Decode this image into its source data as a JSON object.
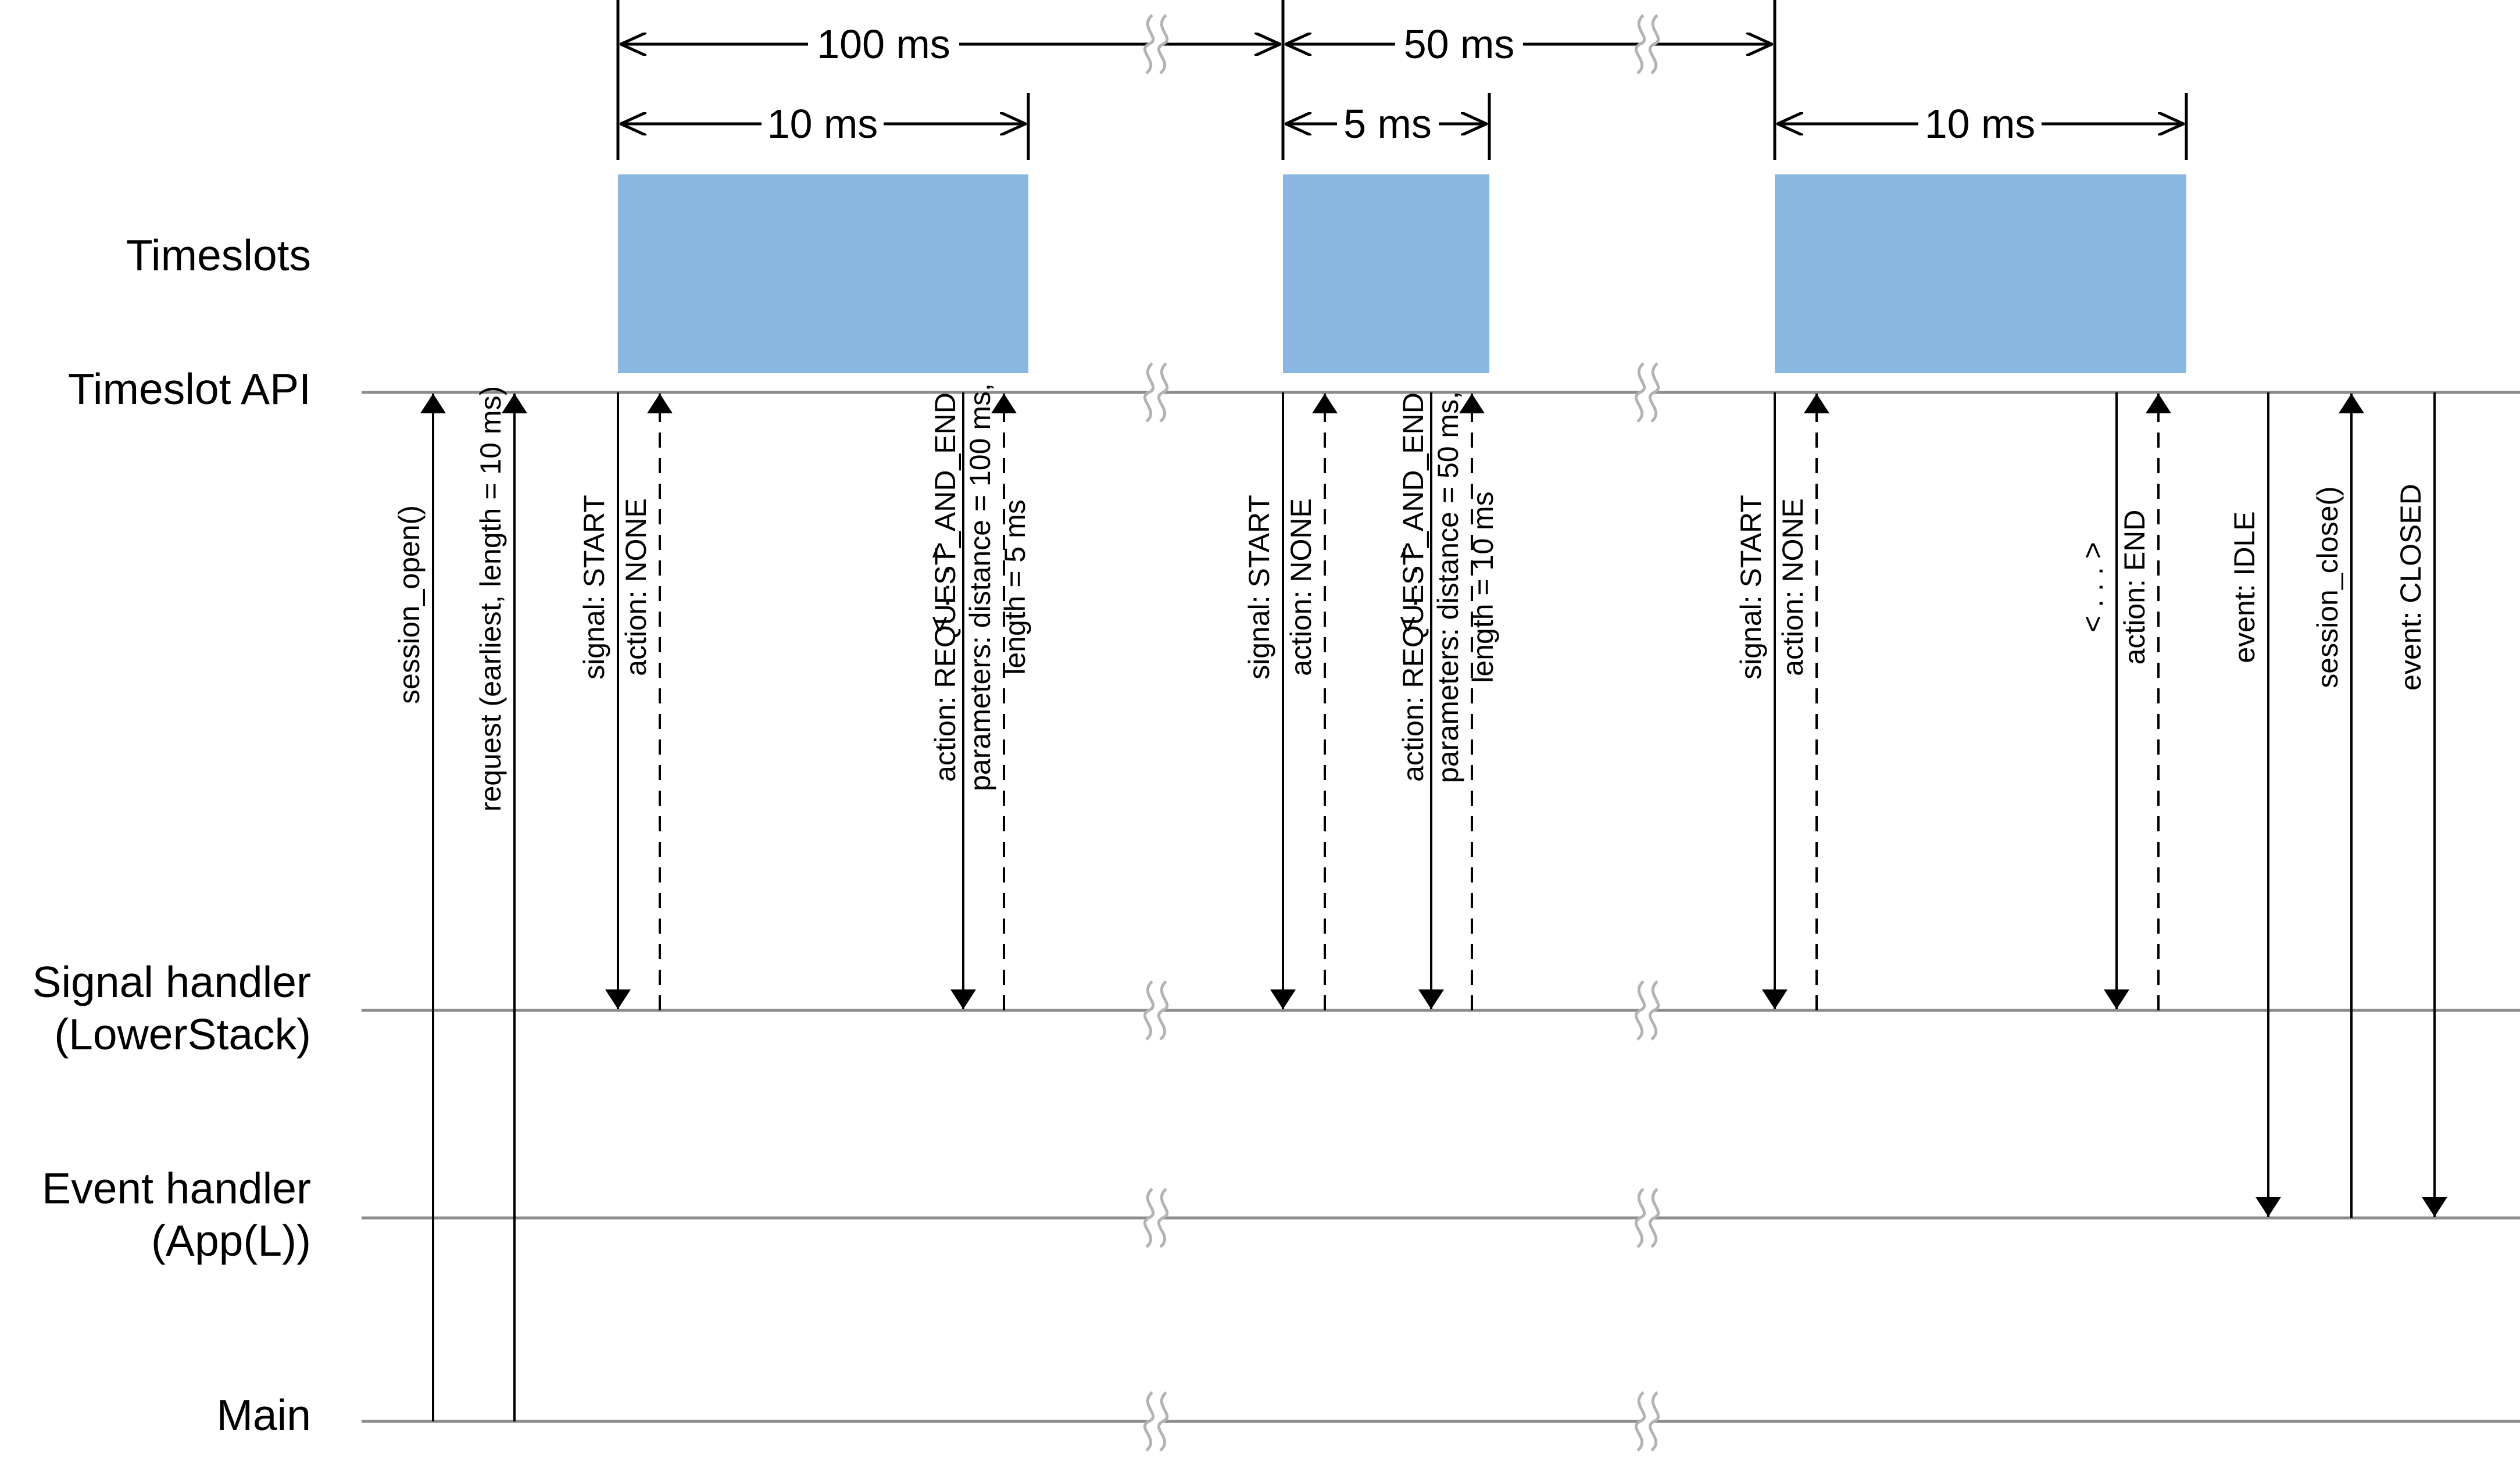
{
  "lanes": {
    "timeslots": "Timeslots",
    "timeslot_api": "Timeslot API",
    "signal_handler": [
      "Signal handler",
      "(LowerStack)"
    ],
    "event_handler": [
      "Event handler",
      "(App(L))"
    ],
    "main": "Main"
  },
  "timing": {
    "periods": [
      "100 ms",
      "50 ms"
    ],
    "slot_lengths": [
      "10 ms",
      "5 ms",
      "10 ms"
    ]
  },
  "colors": {
    "timeslot_fill": "#8ab6e2",
    "lane_line": "#8c8c8c",
    "arrow": "#000000"
  },
  "messages": [
    {
      "lines": [
        "session_open()"
      ],
      "from": "main",
      "to": "timeslot_api",
      "style": "solid"
    },
    {
      "lines": [
        "request (earliest, length = 10 ms)"
      ],
      "from": "main",
      "to": "timeslot_api",
      "style": "solid"
    },
    {
      "lines": [
        "signal: START"
      ],
      "from": "timeslot_api",
      "to": "signal_handler",
      "style": "solid"
    },
    {
      "lines": [
        "action: NONE"
      ],
      "from": "signal_handler",
      "to": "timeslot_api",
      "style": "dashed"
    },
    {
      "lines": [
        "< . . . >"
      ],
      "from": "timeslot_api",
      "to": "signal_handler",
      "style": "solid"
    },
    {
      "lines": [
        "action: REQUEST_AND_END",
        "parameters: distance = 100 ms,",
        "length = 5 ms"
      ],
      "from": "signal_handler",
      "to": "timeslot_api",
      "style": "dashed"
    },
    {
      "lines": [
        "signal: START"
      ],
      "from": "timeslot_api",
      "to": "signal_handler",
      "style": "solid"
    },
    {
      "lines": [
        "action: NONE"
      ],
      "from": "signal_handler",
      "to": "timeslot_api",
      "style": "dashed"
    },
    {
      "lines": [
        "< . . . >"
      ],
      "from": "timeslot_api",
      "to": "signal_handler",
      "style": "solid"
    },
    {
      "lines": [
        "action: REQUEST_AND_END",
        "parameters: distance = 50 ms,",
        "length = 10 ms"
      ],
      "from": "signal_handler",
      "to": "timeslot_api",
      "style": "dashed"
    },
    {
      "lines": [
        "signal: START"
      ],
      "from": "timeslot_api",
      "to": "signal_handler",
      "style": "solid"
    },
    {
      "lines": [
        "action: NONE"
      ],
      "from": "signal_handler",
      "to": "timeslot_api",
      "style": "dashed"
    },
    {
      "lines": [
        "< . . . >"
      ],
      "from": "timeslot_api",
      "to": "signal_handler",
      "style": "solid"
    },
    {
      "lines": [
        "action: END"
      ],
      "from": "signal_handler",
      "to": "timeslot_api",
      "style": "dashed"
    },
    {
      "lines": [
        "event: IDLE"
      ],
      "from": "timeslot_api",
      "to": "event_handler",
      "style": "solid"
    },
    {
      "lines": [
        "session_close()"
      ],
      "from": "event_handler",
      "to": "timeslot_api",
      "style": "solid"
    },
    {
      "lines": [
        "event: CLOSED"
      ],
      "from": "timeslot_api",
      "to": "event_handler",
      "style": "solid"
    }
  ]
}
